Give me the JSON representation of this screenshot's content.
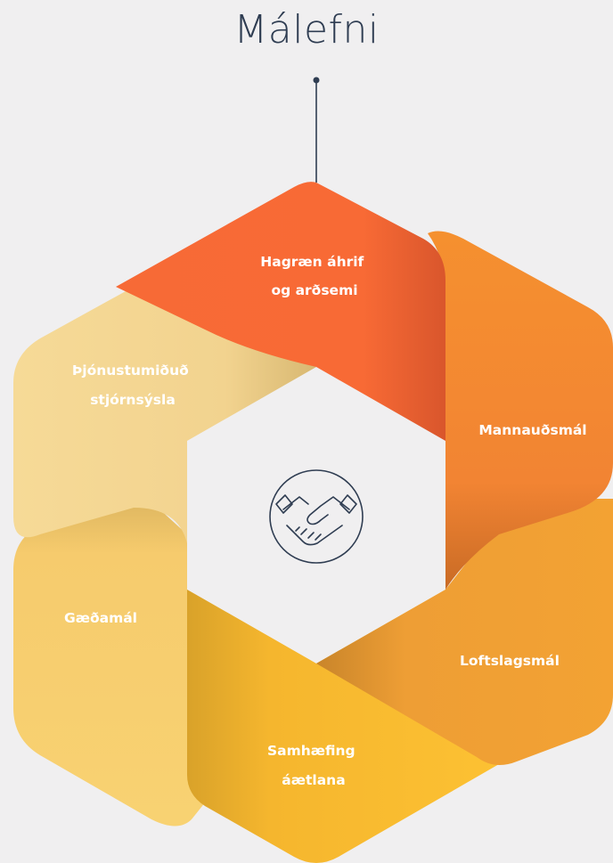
{
  "title": "Málefni",
  "center": {
    "icon": "handshake-icon"
  },
  "segments": [
    {
      "id": "hagraen",
      "lines": [
        "Hagræn áhrif",
        "og arðsemi"
      ],
      "color": "#f76a36"
    },
    {
      "id": "mannaudsmal",
      "lines": [
        "Mannauðsmál"
      ],
      "color": "#f48833"
    },
    {
      "id": "loftslagsmal",
      "lines": [
        "Loftslagsmál"
      ],
      "color": "#f0a035"
    },
    {
      "id": "samhaefing",
      "lines": [
        "Samhæfing",
        "áætlana"
      ],
      "color": "#fbbf33"
    },
    {
      "id": "gaedamal",
      "lines": [
        "Gæðamál"
      ],
      "color": "#f7cd6a"
    },
    {
      "id": "thjonusta",
      "lines": [
        "Þjónustumiðuð",
        "stjórnsýsla"
      ],
      "color": "#f4d690"
    }
  ],
  "colors": {
    "title": "#2f3d52",
    "connector": "#2f3d52",
    "background": "#f0eff0"
  }
}
